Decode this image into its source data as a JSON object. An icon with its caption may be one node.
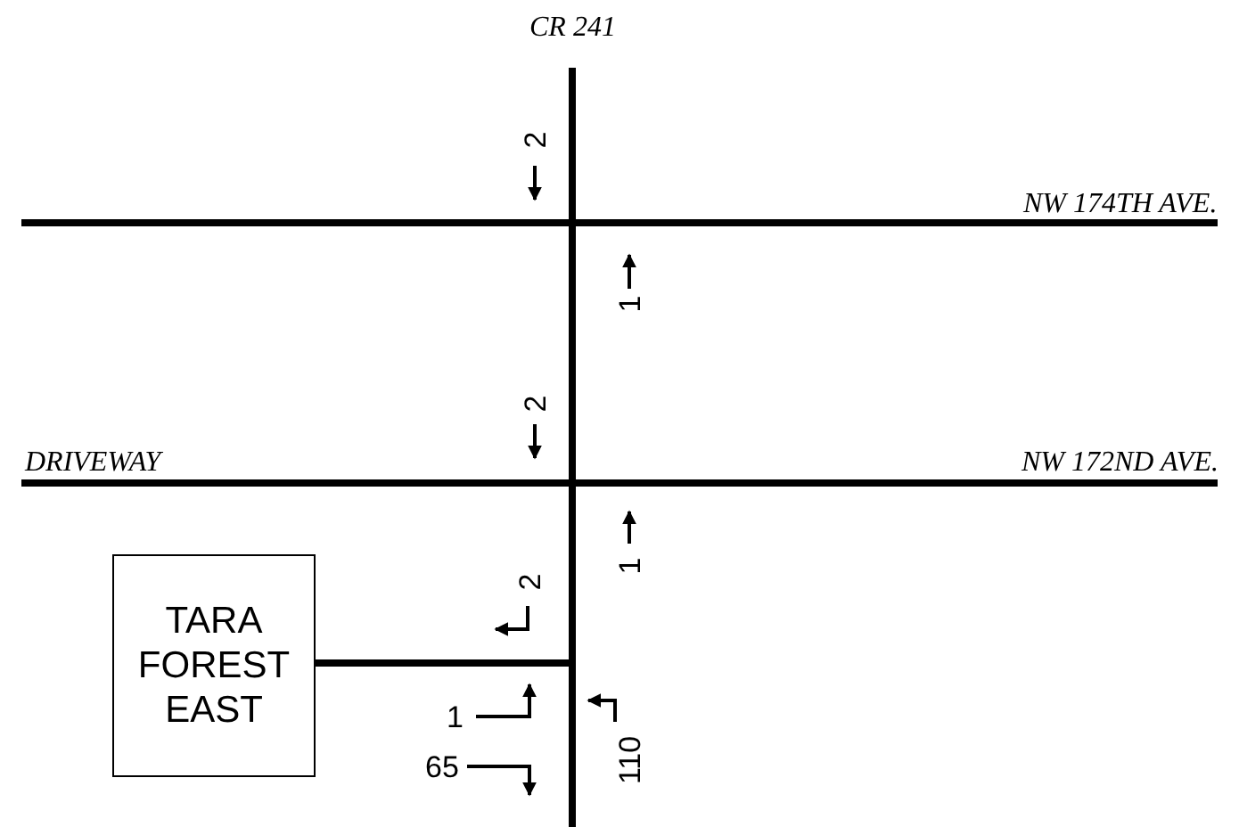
{
  "diagram": {
    "nodes": [
      {
        "text": [
          "TARA FOREST EAST"
        ]
      }
    ],
    "edges": [],
    "labels": [
      "CR 241",
      "2",
      "NW 174TH AVE.",
      "1",
      "2",
      "DRIVEWAY",
      "NW 172ND AVE.",
      "1",
      "2",
      "1",
      "110",
      "65"
    ]
  }
}
